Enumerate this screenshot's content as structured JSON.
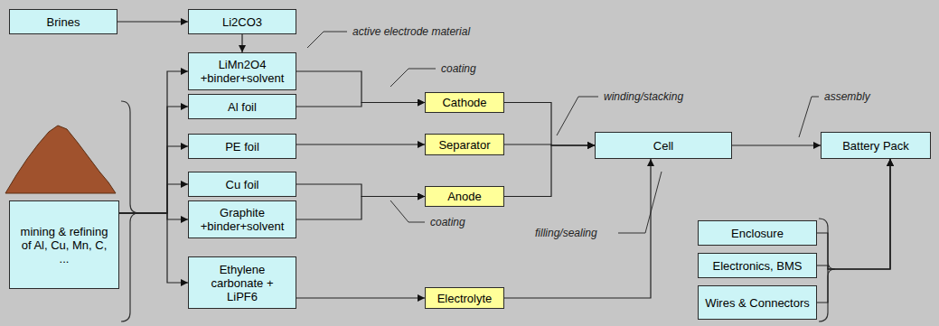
{
  "diagram": {
    "nodes": [
      {
        "text": [
          "Brines"
        ]
      },
      {
        "text": [
          "mining & refining of Al, Cu, Mn, C, ..."
        ]
      },
      {
        "text": [
          "Li2CO3"
        ]
      },
      {
        "text": [
          "LiMn2O4 +binder+solvent"
        ]
      },
      {
        "text": [
          "Al foil"
        ]
      },
      {
        "text": [
          "PE foil"
        ]
      },
      {
        "text": [
          "Cu foil"
        ]
      },
      {
        "text": [
          "Graphite +binder+solvent"
        ]
      },
      {
        "text": [
          "Ethylene carbonate + LiPF6"
        ]
      },
      {
        "text": [
          "Cathode"
        ]
      },
      {
        "text": [
          "Separator"
        ]
      },
      {
        "text": [
          "Anode"
        ]
      },
      {
        "text": [
          "Electrolyte"
        ]
      },
      {
        "text": [
          "Cell"
        ]
      },
      {
        "text": [
          "Enclosure"
        ]
      },
      {
        "text": [
          "Electronics, BMS"
        ]
      },
      {
        "text": [
          "Wires & Connectors"
        ]
      },
      {
        "text": [
          "Battery Pack"
        ]
      }
    ],
    "edges": [
      {
        "from": 0,
        "to": 2,
        "arrow": "to"
      },
      {
        "from": 2,
        "to": 3,
        "arrow": "to"
      },
      {
        "from": 1,
        "to": 3,
        "arrow": "to"
      },
      {
        "from": 1,
        "to": 4,
        "arrow": "to"
      },
      {
        "from": 1,
        "to": 5,
        "arrow": "to"
      },
      {
        "from": 1,
        "to": 6,
        "arrow": "to"
      },
      {
        "from": 1,
        "to": 7,
        "arrow": "to"
      },
      {
        "from": 1,
        "to": 8,
        "arrow": "to"
      },
      {
        "from": 3,
        "to": 9,
        "arrow": "to"
      },
      {
        "from": 4,
        "to": 9,
        "arrow": "to"
      },
      {
        "from": 5,
        "to": 10,
        "arrow": "to"
      },
      {
        "from": 6,
        "to": 11,
        "arrow": "to"
      },
      {
        "from": 7,
        "to": 11,
        "arrow": "to"
      },
      {
        "from": 8,
        "to": 12,
        "arrow": "to"
      },
      {
        "from": 9,
        "to": 13,
        "arrow": "to"
      },
      {
        "from": 10,
        "to": 13,
        "arrow": "to"
      },
      {
        "from": 11,
        "to": 13,
        "arrow": "to"
      },
      {
        "from": 12,
        "to": 13,
        "arrow": "to"
      },
      {
        "from": 13,
        "to": 17,
        "arrow": "to"
      },
      {
        "from": 14,
        "to": 17,
        "arrow": "to"
      },
      {
        "from": 15,
        "to": 17,
        "arrow": "to"
      },
      {
        "from": 16,
        "to": 17,
        "arrow": "to"
      }
    ],
    "labels": [
      "active electrode material",
      "coating",
      "coating",
      "winding/stacking",
      "filling/sealing",
      "assembly"
    ]
  }
}
